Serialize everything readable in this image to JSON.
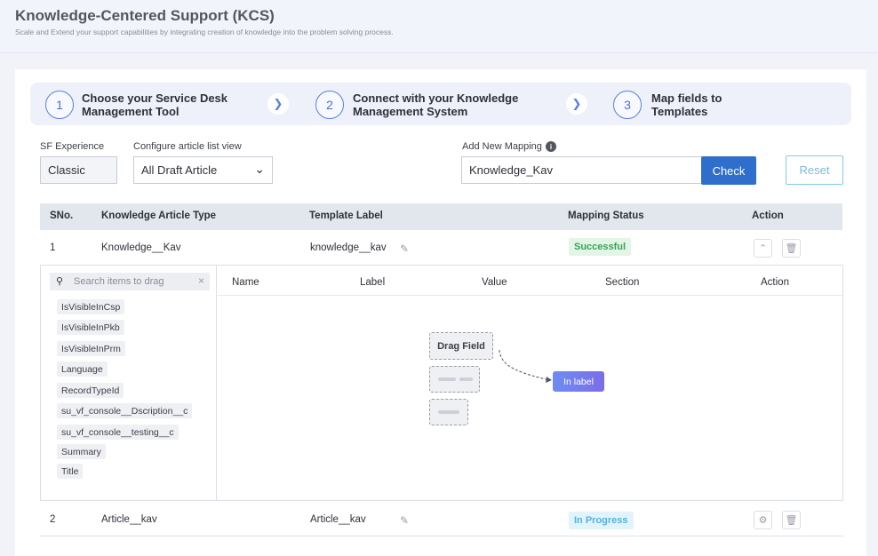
{
  "header": {
    "title": "Knowledge-Centered Support (KCS)",
    "subtitle": "Scale and Extend your support capabilities by integrating creation of knowledge into the problem solving process."
  },
  "steps": [
    {
      "number": "1",
      "label_line1": "Choose your Service Desk",
      "label_line2": "Management Tool"
    },
    {
      "number": "2",
      "label_line1": "Connect with your Knowledge",
      "label_line2": "Management System"
    },
    {
      "number": "3",
      "label_line1": "Map fields to",
      "label_line2": "Templates"
    }
  ],
  "form": {
    "sf_experience_label": "SF Experience",
    "sf_experience_value": "Classic",
    "article_view_label": "Configure article list view",
    "article_view_value": "All Draft Article",
    "add_mapping_label": "Add New Mapping",
    "add_mapping_value": "Knowledge_Kav",
    "check_label": "Check",
    "reset_label": "Reset"
  },
  "table": {
    "columns": [
      "SNo.",
      "Knowledge Article Type",
      "Template Label",
      "Mapping Status",
      "Action"
    ],
    "rows": [
      {
        "sno": "1",
        "type": "Knowledge__Kav",
        "template": "knowledge__kav",
        "status": "Successful"
      },
      {
        "sno": "2",
        "type": "Article__kav",
        "template": "Article__kav",
        "status": "In Progress"
      }
    ]
  },
  "mapping_panel": {
    "search_placeholder": "Search items to drag",
    "fields": [
      "IsVisibleInCsp",
      "IsVisibleInPkb",
      "IsVisibleInPrm",
      "Language",
      "RecordTypeId",
      "su_vf_console__Dscription__c",
      "su_vf_console__testing__c",
      "Summary",
      "Title"
    ],
    "columns": [
      "Name",
      "Label",
      "Value",
      "Section",
      "Action"
    ],
    "drag_field_label": "Drag Field",
    "in_label": "In label"
  },
  "colors": {
    "primary": "#2f6ecb",
    "success": "#35a553",
    "progress": "#4fb5df",
    "accent": "#5a7fe0"
  }
}
